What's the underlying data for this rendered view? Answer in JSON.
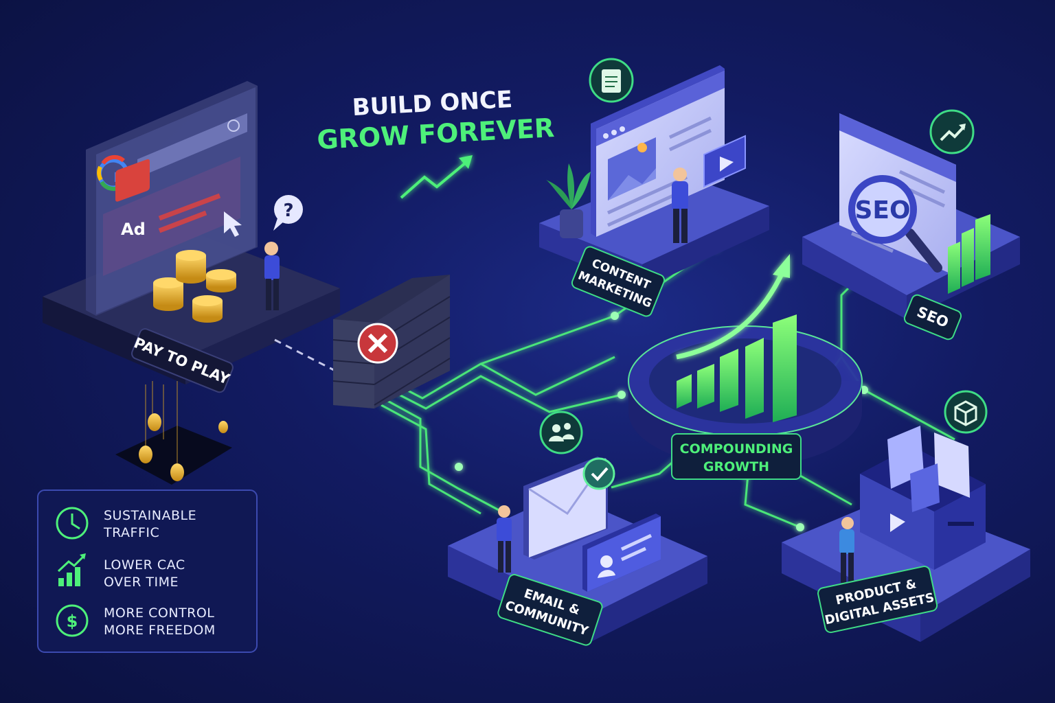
{
  "headline": {
    "line1": "BUILD ONCE",
    "line2": "GROW FOREVER"
  },
  "colors": {
    "background": "#121b62",
    "green": "#4ef07a",
    "platform_top": "#3b45b8",
    "panel_border": "#3c4ab0",
    "error_red": "#c8373b"
  },
  "paid_section": {
    "ad_badge": "Ad",
    "question_mark": "?",
    "label": "PAY TO PLAY"
  },
  "nodes": {
    "content_marketing": {
      "line1": "CONTENT",
      "line2": "MARKETING",
      "icon": "document-icon"
    },
    "seo": {
      "label": "SEO",
      "screen_text": "SEO",
      "icon": "trend-up-icon"
    },
    "compounding": {
      "line1": "COMPOUNDING",
      "line2": "GROWTH"
    },
    "email_community": {
      "line1": "EMAIL &",
      "line2": "COMMUNITY",
      "icon": "users-icon"
    },
    "product_assets": {
      "line1": "PRODUCT &",
      "line2": "DIGITAL ASSETS",
      "icon": "box-icon"
    }
  },
  "legend": [
    {
      "icon": "clock-icon",
      "line1": "SUSTAINABLE",
      "line2": "TRAFFIC"
    },
    {
      "icon": "bar-growth-icon",
      "line1": "LOWER CAC",
      "line2": "OVER TIME"
    },
    {
      "icon": "dollar-icon",
      "line1": "MORE CONTROL",
      "line2": "MORE FREEDOM"
    }
  ]
}
